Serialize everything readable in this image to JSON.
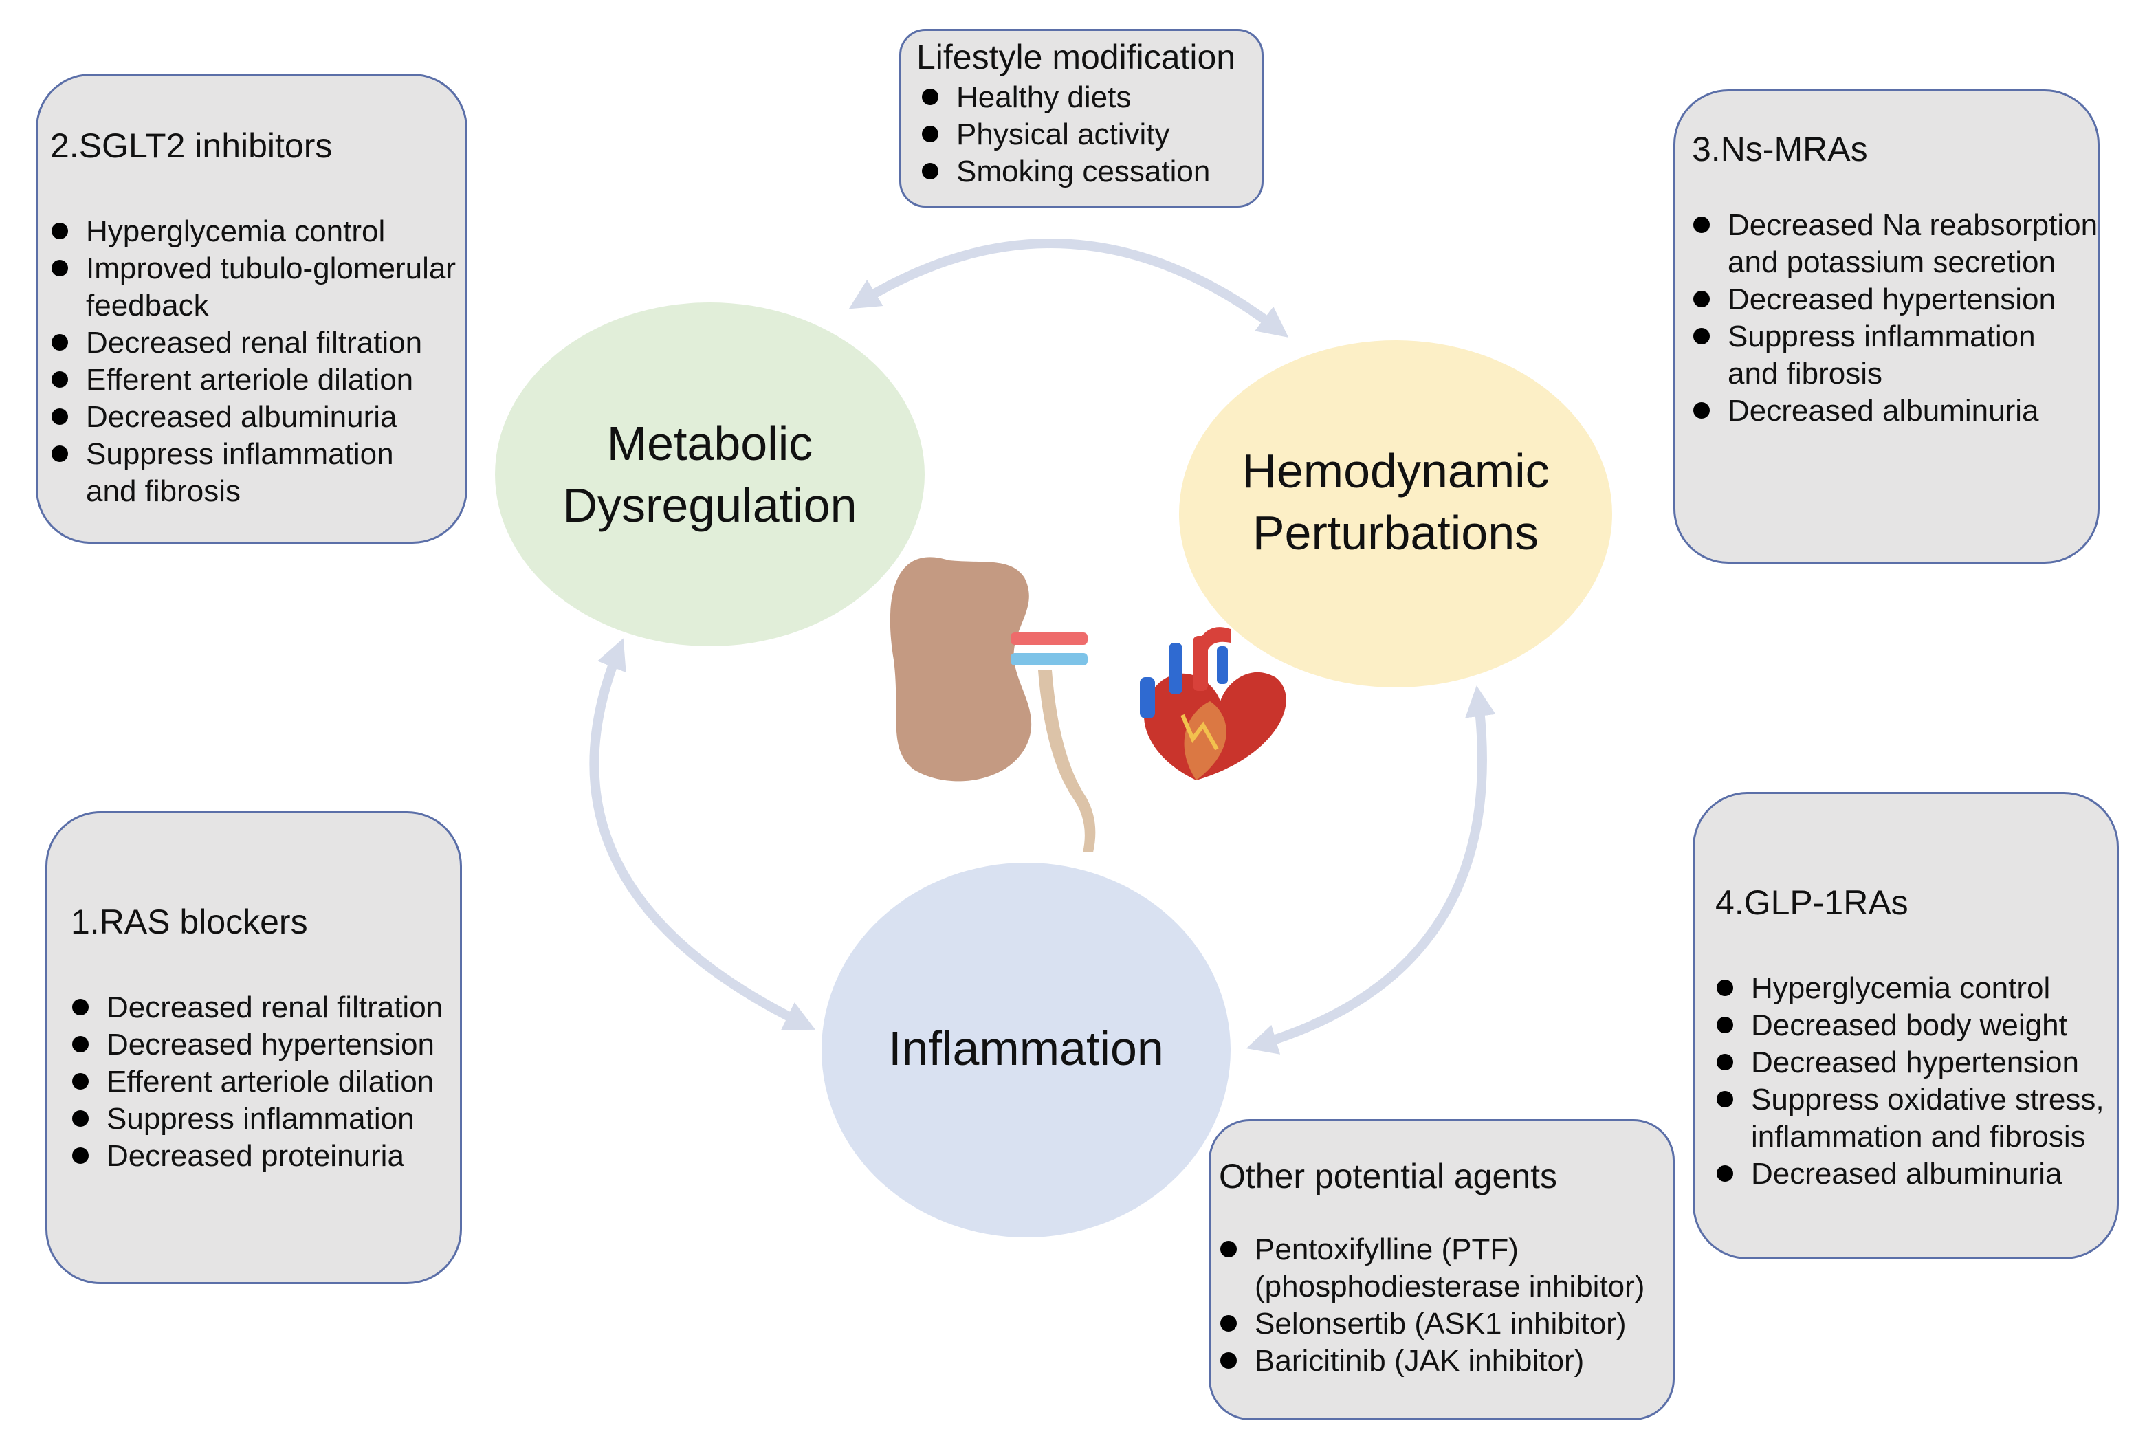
{
  "colors": {
    "box_fill": "#e5e4e4",
    "box_border": "#5b6fa8",
    "metabolic_fill": "#e1eed9",
    "hemodynamic_fill": "#fcefc6",
    "inflammation_fill": "#d9e1f1",
    "arrow": "#d5dbea"
  },
  "nodes": {
    "metabolic": [
      "Metabolic",
      "Dysregulation"
    ],
    "hemodynamic": [
      "Hemodynamic",
      "Perturbations"
    ],
    "inflammation": [
      "Inflammation"
    ]
  },
  "icons": [
    "kidney-icon",
    "heart-icon"
  ],
  "boxes": {
    "lifestyle": {
      "title": "Lifestyle modification",
      "items": [
        "Healthy diets",
        "Physical activity",
        "Smoking cessation"
      ]
    },
    "sglt2": {
      "title": "2.SGLT2 inhibitors",
      "items": [
        "Hyperglycemia control",
        "Improved tubulo-glomerular feedback",
        "Decreased renal filtration",
        "Efferent arteriole  dilation",
        "Decreased albuminuria",
        "Suppress inflammation and fibrosis"
      ]
    },
    "nsmra": {
      "title": "3.Ns-MRAs",
      "items": [
        "Decreased Na reabsorption and potassium secretion",
        "Decreased hypertension",
        "Suppress inflammation and fibrosis",
        "Decreased albuminuria"
      ]
    },
    "ras": {
      "title": "1.RAS blockers",
      "items": [
        "Decreased renal filtration",
        "Decreased hypertension",
        "Efferent arteriole  dilation",
        "Suppress inflammation",
        "Decreased proteinuria"
      ]
    },
    "glp1": {
      "title": "4.GLP-1RAs",
      "items": [
        "Hyperglycemia control",
        "Decreased body weight",
        "Decreased hypertension",
        "Suppress oxidative stress, inflammation and fibrosis",
        "Decreased albuminuria"
      ]
    },
    "other": {
      "title": "Other potential agents",
      "items": [
        "Pentoxifylline (PTF) (phosphodiesterase inhibitor)",
        "Selonsertib (ASK1 inhibitor)",
        "Baricitinib (JAK inhibitor)"
      ]
    }
  }
}
